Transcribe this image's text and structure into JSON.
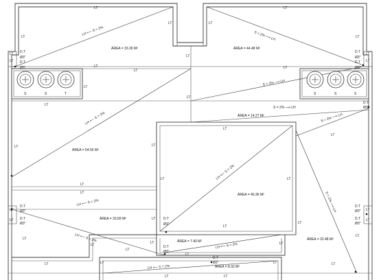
{
  "labels": {
    "lt": "LT",
    "dt": "D.T",
    "dia": "Ø3\"",
    "s": "S",
    "t": "T",
    "slope_lh_s2": "LH ⟵ S = 2%",
    "slope_s2_lh": "S = 2% ⟶ LH",
    "slope_lh_s2b": "LH ⟵ S = 2%",
    "slope_s2_lh_b": "S = 2% ⟶ LH"
  },
  "areas": [
    "ÁREA = 33.30 M²",
    "ÁREA = 44.48 M²",
    "ÁREA = 14.27 M²",
    "ÁREA = 54.56 M²",
    "ÁREA = 46.36 M²",
    "ÁREA = 33.69 M²",
    "ÁREA = 32.48 M²",
    "ÁREA = 7.40 M²",
    "ÁREA = 8.32 M²"
  ]
}
